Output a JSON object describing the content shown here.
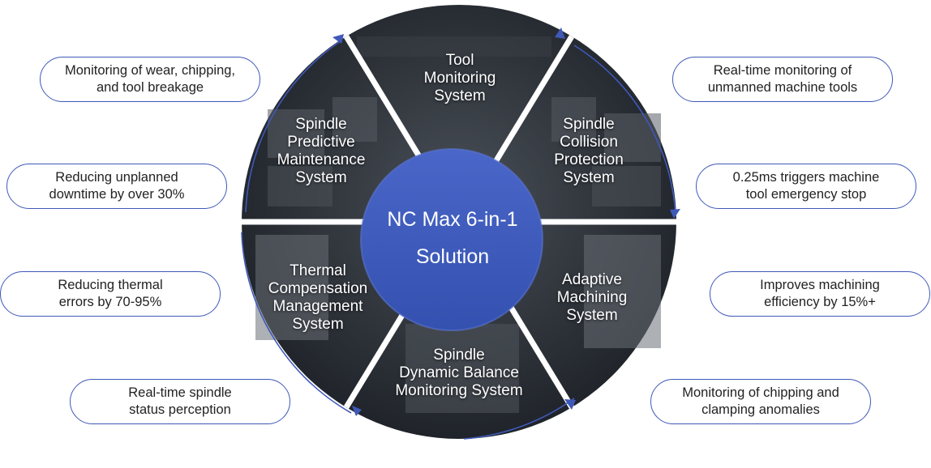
{
  "center": {
    "title": "NC Max 6-in-1\nSolution"
  },
  "segments": [
    {
      "name": "tool-monitoring",
      "label": "Tool\nMonitoring\nSystem"
    },
    {
      "name": "spindle-collision",
      "label": "Spindle\nCollision\nProtection\nSystem"
    },
    {
      "name": "adaptive-machining",
      "label": "Adaptive\nMachining\nSystem"
    },
    {
      "name": "spindle-dynamic-balance",
      "label": "Spindle\nDynamic Balance\nMonitoring System"
    },
    {
      "name": "thermal-compensation",
      "label": "Thermal\nCompensation\nManagement\nSystem"
    },
    {
      "name": "spindle-predictive",
      "label": "Spindle\nPredictive\nMaintenance\nSystem"
    }
  ],
  "callouts": [
    {
      "name": "wear-chipping",
      "text": "Monitoring of wear, chipping,\nand tool breakage"
    },
    {
      "name": "unplanned-downtime",
      "text": "Reducing unplanned\ndowntime by over 30%"
    },
    {
      "name": "thermal-errors",
      "text": "Reducing thermal\nerrors by 70-95%"
    },
    {
      "name": "spindle-status",
      "text": "Real-time spindle\nstatus perception"
    },
    {
      "name": "unmanned-monitoring",
      "text": "Real-time monitoring of\nunmanned machine tools"
    },
    {
      "name": "emergency-stop",
      "text": "0.25ms triggers machine\ntool emergency stop"
    },
    {
      "name": "efficiency",
      "text": "Improves machining\nefficiency by 15%+"
    },
    {
      "name": "clamping-anomalies",
      "text": "Monitoring of chipping and\nclamping anomalies"
    }
  ],
  "colors": {
    "center_fill": "#3d5bbd",
    "outline": "#3f59b8",
    "wheel_dark": "#2a2f36",
    "divider": "#ffffff"
  }
}
